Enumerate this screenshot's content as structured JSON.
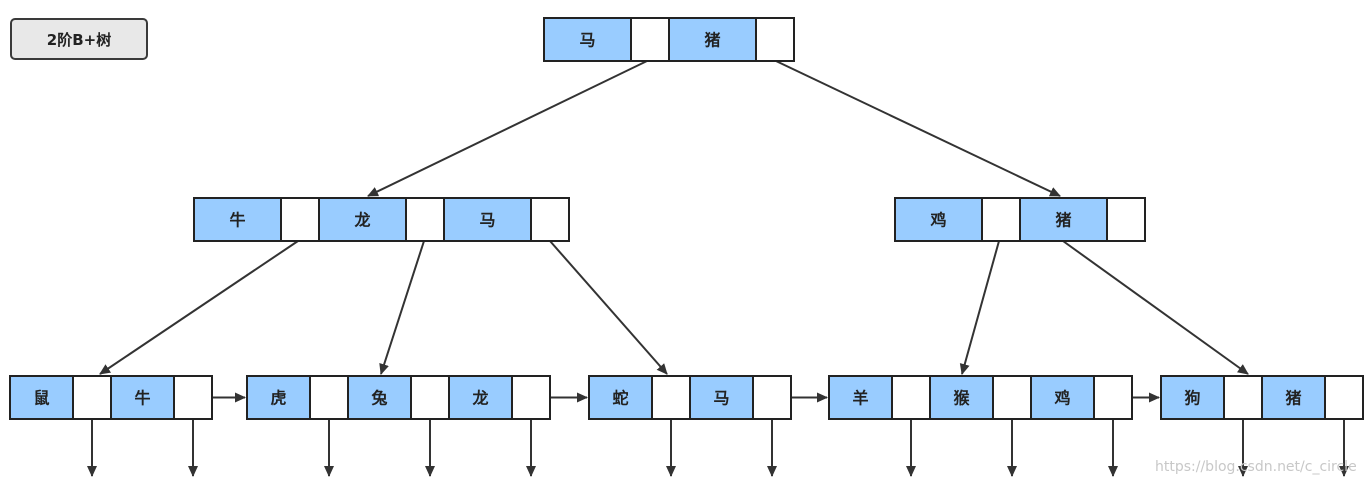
{
  "title": "2阶B+树",
  "tree": {
    "root": [
      "马",
      "猪"
    ],
    "level2": [
      [
        "牛",
        "龙",
        "马"
      ],
      [
        "鸡",
        "猪"
      ]
    ],
    "leaves": [
      [
        "鼠",
        "牛"
      ],
      [
        "虎",
        "兔",
        "龙"
      ],
      [
        "蛇",
        "马"
      ],
      [
        "羊",
        "猴",
        "鸡"
      ],
      [
        "狗",
        "猪"
      ]
    ]
  },
  "colors": {
    "key_fill": "#99ccff",
    "pointer_fill": "#ffffff",
    "stroke": "#222222"
  },
  "watermark": "https://blog.csdn.net/c_circle"
}
